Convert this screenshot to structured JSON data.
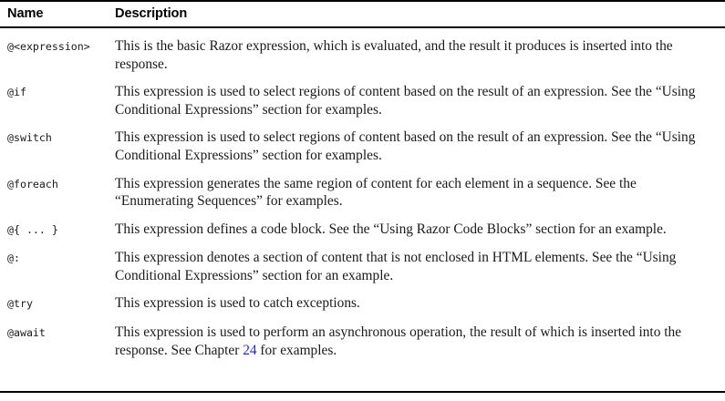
{
  "table": {
    "columns": [
      {
        "key": "name",
        "label": "Name"
      },
      {
        "key": "description",
        "label": "Description"
      }
    ],
    "rows": [
      {
        "name": "@<expression>",
        "description": "This is the basic Razor expression, which is evaluated, and the result it produces is inserted into the response."
      },
      {
        "name": "@if",
        "description": "This expression is used to select regions of content based on the result of an expression. See the “Using Conditional Expressions” section for examples."
      },
      {
        "name": "@switch",
        "description": "This expression is used to select regions of content based on the result of an expression. See the “Using Conditional Expressions” section for examples."
      },
      {
        "name": "@foreach",
        "description": "This expression generates the same region of content for each element in a sequence. See the “Enumerating Sequences” for examples."
      },
      {
        "name": "@{ ... }",
        "description": "This expression defines a code block. See the “Using Razor Code Blocks” section for an example."
      },
      {
        "name": "@:",
        "description": "This expression denotes a section of content that is not enclosed in HTML elements. See the “Using Conditional Expressions” section for an example."
      },
      {
        "name": "@try",
        "description": "This expression is used to catch exceptions."
      },
      {
        "name": "@await",
        "description_before_link": "This expression is used to perform an asynchronous operation, the result of which is inserted into the response. See Chapter ",
        "link_text": "24",
        "description_after_link": " for examples."
      }
    ]
  },
  "colors": {
    "rule": "#000000",
    "text": "#1a1a1a",
    "header_text": "#000000",
    "link": "#2222dd",
    "background": "#ffffff"
  }
}
